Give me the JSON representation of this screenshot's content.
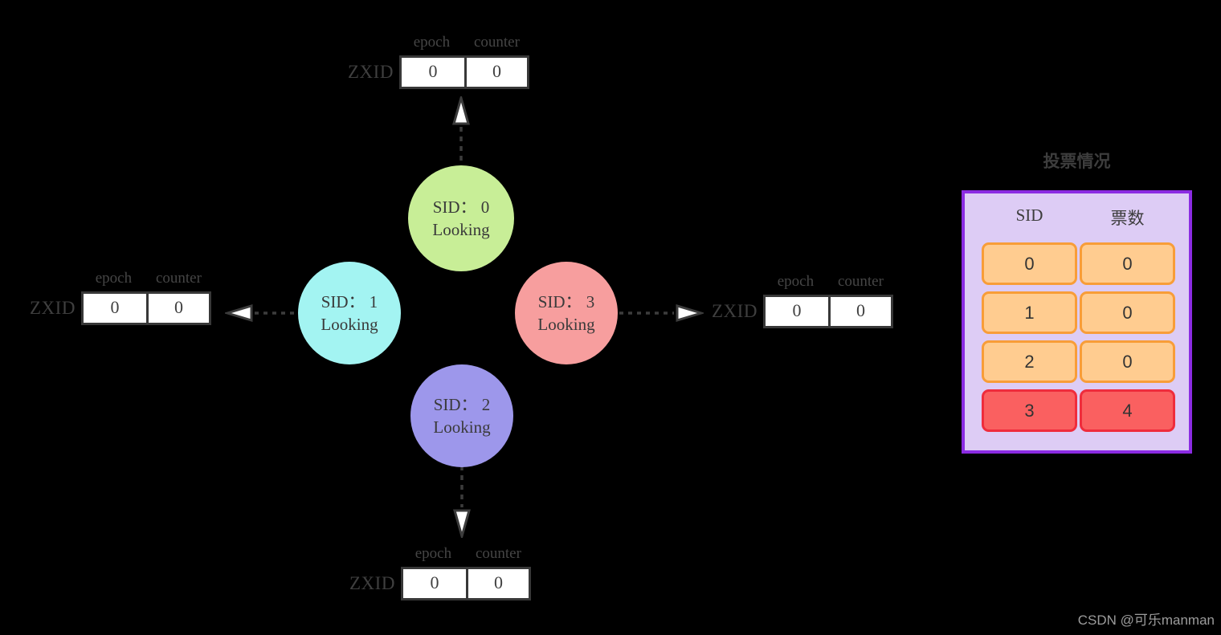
{
  "colors": {
    "background": "#000000",
    "node_green": "#c8ee97",
    "node_cyan": "#a3f4f2",
    "node_pink": "#f79e9e",
    "node_purple": "#9d97eb",
    "diagram_ink": "#3f3f3f",
    "panel_border": "#8b2be2",
    "panel_bg": "#ddccf5",
    "vote_cell_orange_bg": "#ffcc90",
    "vote_cell_orange_border": "#f89d38",
    "vote_cell_red_bg": "#fa6060",
    "vote_cell_red_border": "#ef2c3c",
    "watermark": "#9c9c9c"
  },
  "zxid": {
    "row_label": "ZXID",
    "col_epoch": "epoch",
    "col_counter": "counter",
    "top": {
      "epoch": "0",
      "counter": "0"
    },
    "left": {
      "epoch": "0",
      "counter": "0"
    },
    "right": {
      "epoch": "0",
      "counter": "0"
    },
    "bottom": {
      "epoch": "0",
      "counter": "0"
    }
  },
  "nodes": {
    "top": {
      "line1": "SID： 0",
      "line2": "Looking"
    },
    "left": {
      "line1": "SID： 1",
      "line2": "Looking"
    },
    "right": {
      "line1": "SID： 3",
      "line2": "Looking"
    },
    "bottom": {
      "line1": "SID： 2",
      "line2": "Looking"
    }
  },
  "vote_panel": {
    "title": "投票情况",
    "col_sid": "SID",
    "col_votes": "票数",
    "rows": [
      {
        "sid": "0",
        "votes": "0"
      },
      {
        "sid": "1",
        "votes": "0"
      },
      {
        "sid": "2",
        "votes": "0"
      },
      {
        "sid": "3",
        "votes": "4"
      }
    ]
  },
  "watermark": "CSDN @可乐manman"
}
